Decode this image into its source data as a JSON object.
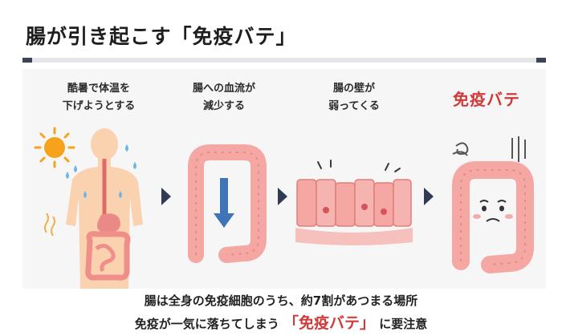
{
  "title": "腸が引き起こす「免疫バテ」",
  "steps": [
    {
      "line1": "酷暑で体温を",
      "line2": "下げようとする"
    },
    {
      "line1": "腸への血流が",
      "line2": "減少する"
    },
    {
      "line1": "腸の壁が",
      "line2": "弱ってくる"
    }
  ],
  "highlight": "免疫バテ",
  "footer": {
    "line1": "腸は全身の免疫細胞のうち、約7割があつまる場所",
    "line2_pre": "免疫が一気に落ちてしまう",
    "line2_highlight": "「免疫バテ」",
    "line2_post": "に要注意"
  },
  "colors": {
    "accent": "#d23a3a",
    "dark": "#2f3b55",
    "intestine": "#f4a7a3",
    "skin": "#fbd2b0",
    "sun": "#f7a21b",
    "water": "#6fb7e3"
  }
}
